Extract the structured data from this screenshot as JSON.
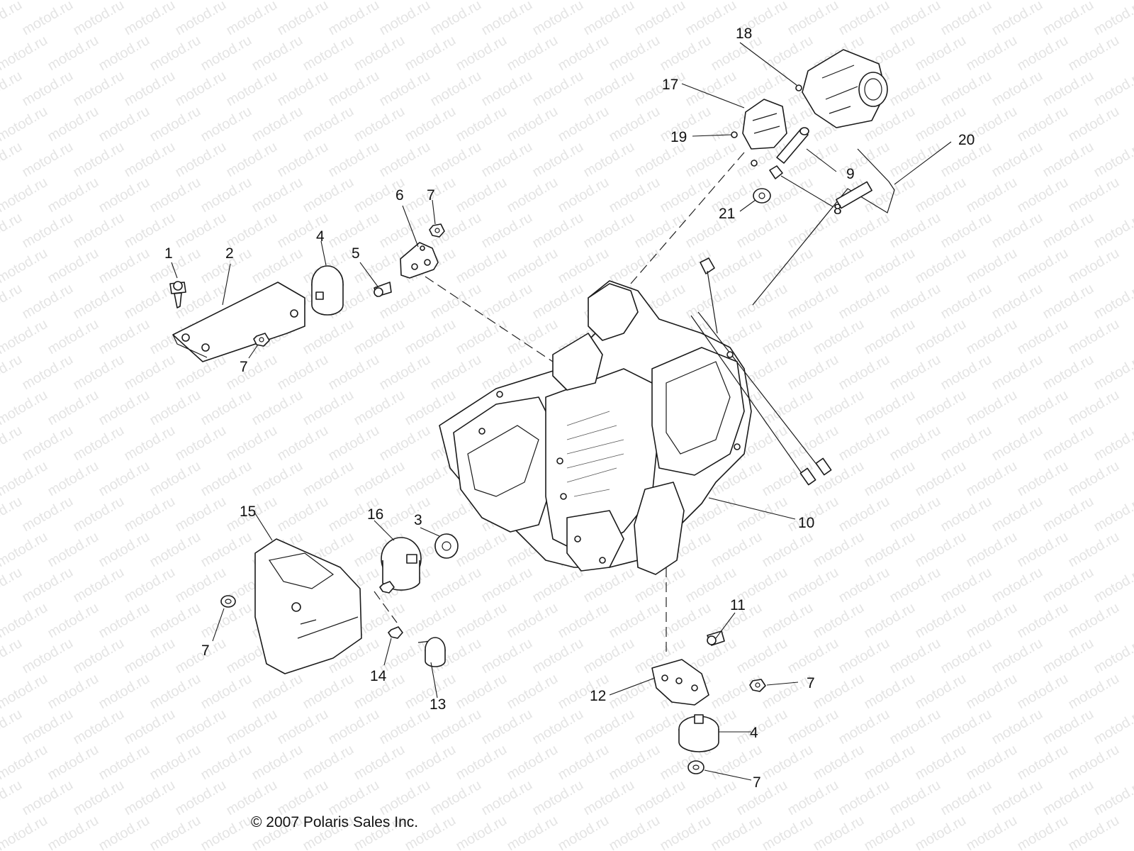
{
  "watermark_text": "motod.ru",
  "copyright": "© 2007 Polaris Sales Inc.",
  "callouts": {
    "c1": "1",
    "c2": "2",
    "c3": "3",
    "c4a": "4",
    "c4b": "4",
    "c5": "5",
    "c6": "6",
    "c7a": "7",
    "c7b": "7",
    "c7c": "7",
    "c7d": "7",
    "c7e": "7",
    "c8": "8",
    "c9": "9",
    "c10": "10",
    "c11": "11",
    "c12": "12",
    "c13": "13",
    "c14": "14",
    "c15": "15",
    "c16": "16",
    "c17": "17",
    "c18": "18",
    "c19": "19",
    "c20": "20",
    "c21": "21"
  }
}
